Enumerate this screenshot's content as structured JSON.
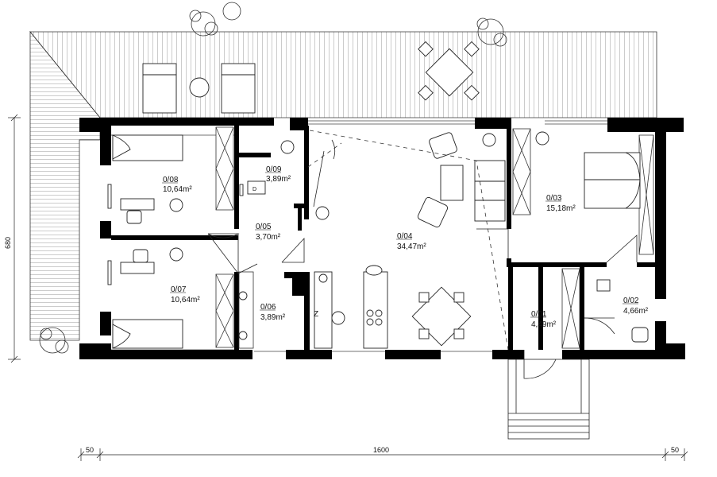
{
  "rooms": [
    {
      "id": "0/08",
      "area": "10,64m²"
    },
    {
      "id": "0/09",
      "area": "3,89m²"
    },
    {
      "id": "0/05",
      "area": "3,70m²"
    },
    {
      "id": "0/04",
      "area": "34,47m²"
    },
    {
      "id": "0/03",
      "area": "15,18m²"
    },
    {
      "id": "0/07",
      "area": "10,64m²"
    },
    {
      "id": "0/06",
      "area": "3,89m²"
    },
    {
      "id": "0/01",
      "area": "4,49m²"
    },
    {
      "id": "0/02",
      "area": "4,66m²"
    }
  ],
  "dimensions": {
    "left_margin": "50",
    "total_width": "1600",
    "right_margin": "50",
    "height": "680"
  },
  "symbols": {
    "stove_mark": "Z",
    "fridge_mark": "D"
  }
}
